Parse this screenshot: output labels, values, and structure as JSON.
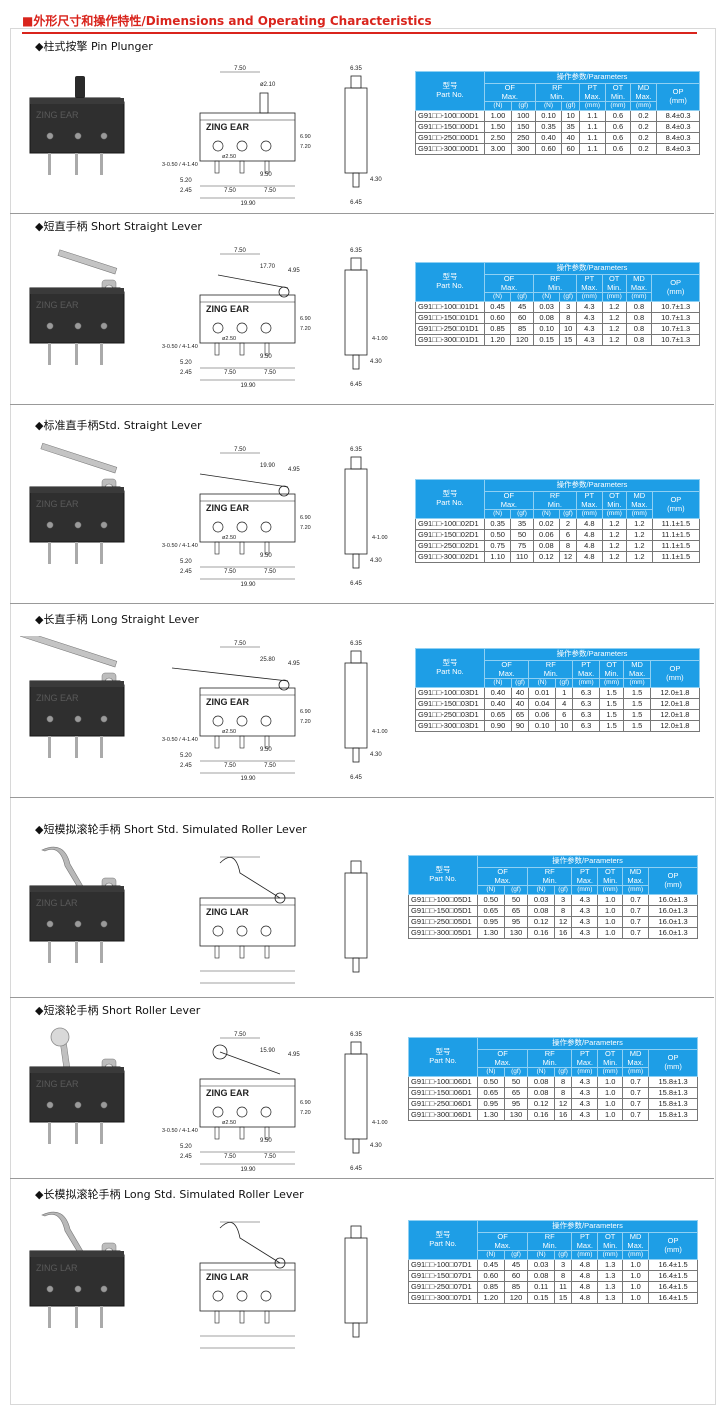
{
  "header": {
    "title": "■外形尺寸和操作特性/Dimensions and Operating Characteristics"
  },
  "colors": {
    "accent": "#d9241c",
    "table_header": "#1e9ee6"
  },
  "table_headers": {
    "part_no": "型号\nPart No.",
    "group": "操作参数/Parameters",
    "of": "OF\nMax.",
    "rf": "RF\nMin.",
    "pt": "PT\nMax.",
    "ot": "OT\nMin.",
    "md": "MD\nMax.",
    "op": "OP",
    "u_n": "(N)",
    "u_gf": "(gf)",
    "u_mm": "(mm)"
  },
  "sections": [
    {
      "title": "◆柱式按擎  Pin Plunger",
      "brand": "ZING EAR",
      "dims": {
        "plunger": "ø2.10",
        "w1": "7.50",
        "h1": "6.35",
        "t": "4.30",
        "b": "6.45",
        "p1": "5.20",
        "p2": "2.45",
        "p3": "7.50",
        "p4": "7.50",
        "total": "19.90",
        "hole": "ø2.50",
        "pins": "3-0.50 / 4-1.40",
        "m": "9.50",
        "r1": "6.90",
        "r2": "7.20"
      },
      "rows": [
        [
          "G91□□-100□00D1",
          "1.00",
          "100",
          "0.10",
          "10",
          "1.1",
          "0.6",
          "0.2",
          "8.4±0.3"
        ],
        [
          "G91□□-150□00D1",
          "1.50",
          "150",
          "0.35",
          "35",
          "1.1",
          "0.6",
          "0.2",
          "8.4±0.3"
        ],
        [
          "G91□□-250□00D1",
          "2.50",
          "250",
          "0.40",
          "40",
          "1.1",
          "0.6",
          "0.2",
          "8.4±0.3"
        ],
        [
          "G91□□-300□00D1",
          "3.00",
          "300",
          "0.60",
          "60",
          "1.1",
          "0.6",
          "0.2",
          "8.4±0.3"
        ]
      ]
    },
    {
      "title": "◆短直手柄  Short Straight Lever",
      "brand": "ZING EAR",
      "dims": {
        "lever": "17.70",
        "w1": "7.50",
        "h1": "6.35",
        "t": "4.30",
        "b": "6.45",
        "p1": "5.20",
        "p2": "2.45",
        "p3": "7.50",
        "p4": "7.50",
        "total": "19.90",
        "hole": "ø2.50",
        "pins": "3-0.50 / 4-1.40",
        "m": "9.50",
        "r1": "6.90",
        "r2": "7.20",
        "side": "4-1.00",
        "angle": "4.95"
      },
      "rows": [
        [
          "G91□□-100□01D1",
          "0.45",
          "45",
          "0.03",
          "3",
          "4.3",
          "1.2",
          "0.8",
          "10.7±1.3"
        ],
        [
          "G91□□-150□01D1",
          "0.60",
          "60",
          "0.08",
          "8",
          "4.3",
          "1.2",
          "0.8",
          "10.7±1.3"
        ],
        [
          "G91□□-250□01D1",
          "0.85",
          "85",
          "0.10",
          "10",
          "4.3",
          "1.2",
          "0.8",
          "10.7±1.3"
        ],
        [
          "G91□□-300□01D1",
          "1.20",
          "120",
          "0.15",
          "15",
          "4.3",
          "1.2",
          "0.8",
          "10.7±1.3"
        ]
      ]
    },
    {
      "title": "◆标准直手柄Std. Straight Lever",
      "brand": "ZING EAR",
      "dims": {
        "lever": "19.90",
        "w1": "7.50",
        "h1": "6.35",
        "t": "4.30",
        "b": "6.45",
        "p1": "5.20",
        "p2": "2.45",
        "p3": "7.50",
        "p4": "7.50",
        "total": "19.90",
        "hole": "ø2.50",
        "pins": "3-0.50 / 4-1.40",
        "m": "9.50",
        "r1": "6.90",
        "r2": "7.20",
        "side": "4-1.00",
        "angle": "4.95"
      },
      "rows": [
        [
          "G91□□-100□02D1",
          "0.35",
          "35",
          "0.02",
          "2",
          "4.8",
          "1.2",
          "1.2",
          "11.1±1.5"
        ],
        [
          "G91□□-150□02D1",
          "0.50",
          "50",
          "0.06",
          "6",
          "4.8",
          "1.2",
          "1.2",
          "11.1±1.5"
        ],
        [
          "G91□□-250□02D1",
          "0.75",
          "75",
          "0.08",
          "8",
          "4.8",
          "1.2",
          "1.2",
          "11.1±1.5"
        ],
        [
          "G91□□-300□02D1",
          "1.10",
          "110",
          "0.12",
          "12",
          "4.8",
          "1.2",
          "1.2",
          "11.1±1.5"
        ]
      ]
    },
    {
      "title": "◆长直手柄 Long Straight Lever",
      "brand": "ZING EAR",
      "dims": {
        "lever": "25.80",
        "w1": "7.50",
        "h1": "6.35",
        "t": "4.30",
        "b": "6.45",
        "p1": "5.20",
        "p2": "2.45",
        "p3": "7.50",
        "p4": "7.50",
        "total": "19.90",
        "hole": "ø2.50",
        "pins": "3-0.50 / 4-1.40",
        "m": "9.50",
        "r1": "6.90",
        "r2": "7.20",
        "side": "4-1.00",
        "angle": "4.95"
      },
      "rows": [
        [
          "G91□□-100□03D1",
          "0.40",
          "40",
          "0.01",
          "1",
          "6.3",
          "1.5",
          "1.5",
          "12.0±1.8"
        ],
        [
          "G91□□-150□03D1",
          "0.40",
          "40",
          "0.04",
          "4",
          "6.3",
          "1.5",
          "1.5",
          "12.0±1.8"
        ],
        [
          "G91□□-250□03D1",
          "0.65",
          "65",
          "0.06",
          "6",
          "6.3",
          "1.5",
          "1.5",
          "12.0±1.8"
        ],
        [
          "G91□□-300□03D1",
          "0.90",
          "90",
          "0.10",
          "10",
          "6.3",
          "1.5",
          "1.5",
          "12.0±1.8"
        ]
      ]
    },
    {
      "title": "◆短模拟滚轮手柄  Short Std. Simulated Roller Lever",
      "brand": "ZING LAR",
      "dims": {
        "lever": "",
        "w1": "",
        "h1": "",
        "t": "",
        "b": "",
        "p1": "",
        "p2": "",
        "p3": "",
        "p4": "",
        "total": "",
        "hole": "",
        "pins": "",
        "m": "",
        "r1": "",
        "r2": "",
        "side": "",
        "angle": ""
      },
      "rows": [
        [
          "G91□□-100□05D1",
          "0.50",
          "50",
          "0.03",
          "3",
          "4.3",
          "1.0",
          "0.7",
          "16.0±1.3"
        ],
        [
          "G91□□-150□05D1",
          "0.65",
          "65",
          "0.08",
          "8",
          "4.3",
          "1.0",
          "0.7",
          "16.0±1.3"
        ],
        [
          "G91□□-250□05D1",
          "0.95",
          "95",
          "0.12",
          "12",
          "4.3",
          "1.0",
          "0.7",
          "16.0±1.3"
        ],
        [
          "G91□□-300□05D1",
          "1.30",
          "130",
          "0.16",
          "16",
          "4.3",
          "1.0",
          "0.7",
          "16.0±1.3"
        ]
      ]
    },
    {
      "title": "◆短滚轮手柄 Short Roller Lever",
      "brand": "ZING EAR",
      "dims": {
        "lever": "15.90",
        "w1": "7.50",
        "h1": "6.35",
        "t": "4.30",
        "b": "6.45",
        "p1": "5.20",
        "p2": "2.45",
        "p3": "7.50",
        "p4": "7.50",
        "total": "19.90",
        "hole": "ø2.50",
        "pins": "3-0.50 / 4-1.40",
        "m": "9.50",
        "r1": "6.90",
        "r2": "7.20",
        "side": "4-1.00",
        "angle": "4.95"
      },
      "rows": [
        [
          "G91□□-100□06D1",
          "0.50",
          "50",
          "0.08",
          "8",
          "4.3",
          "1.0",
          "0.7",
          "15.8±1.3"
        ],
        [
          "G91□□-150□06D1",
          "0.65",
          "65",
          "0.08",
          "8",
          "4.3",
          "1.0",
          "0.7",
          "15.8±1.3"
        ],
        [
          "G91□□-250□06D1",
          "0.95",
          "95",
          "0.12",
          "12",
          "4.3",
          "1.0",
          "0.7",
          "15.8±1.3"
        ],
        [
          "G91□□-300□06D1",
          "1.30",
          "130",
          "0.16",
          "16",
          "4.3",
          "1.0",
          "0.7",
          "15.8±1.3"
        ]
      ]
    },
    {
      "title": "◆长模拟滚轮手柄 Long Std. Simulated Roller Lever",
      "brand": "ZING LAR",
      "dims": {
        "lever": "",
        "w1": "",
        "h1": "",
        "t": "",
        "b": "",
        "p1": "",
        "p2": "",
        "p3": "",
        "p4": "",
        "total": "",
        "hole": "",
        "pins": "",
        "m": "",
        "r1": "",
        "r2": "",
        "side": "",
        "angle": ""
      },
      "rows": [
        [
          "G91□□-100□07D1",
          "0.45",
          "45",
          "0.03",
          "3",
          "4.8",
          "1.3",
          "1.0",
          "16.4±1.5"
        ],
        [
          "G91□□-150□07D1",
          "0.60",
          "60",
          "0.08",
          "8",
          "4.8",
          "1.3",
          "1.0",
          "16.4±1.5"
        ],
        [
          "G91□□-250□07D1",
          "0.85",
          "85",
          "0.11",
          "11",
          "4.8",
          "1.3",
          "1.0",
          "16.4±1.5"
        ],
        [
          "G91□□-300□07D1",
          "1.20",
          "120",
          "0.15",
          "15",
          "4.8",
          "1.3",
          "1.0",
          "16.4±1.5"
        ]
      ]
    }
  ]
}
